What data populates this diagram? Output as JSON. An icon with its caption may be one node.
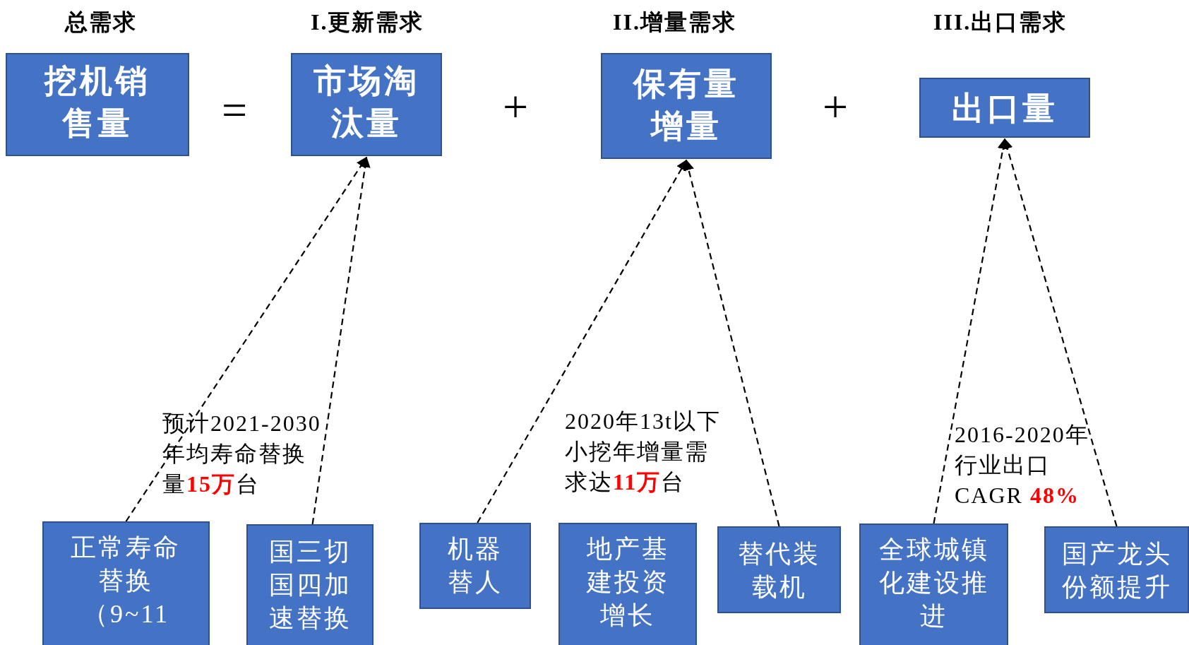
{
  "diagram": {
    "nodes": [
      {
        "text": [
          "挖机销售量"
        ]
      },
      {
        "text": [
          "市场淘汰量"
        ]
      },
      {
        "text": [
          "保有量增量"
        ]
      },
      {
        "text": [
          "出口量"
        ]
      },
      {
        "text": [
          "正常寿命替换（9~11"
        ]
      },
      {
        "text": [
          "国三切国四加速替换"
        ]
      },
      {
        "text": [
          "机器替人"
        ]
      },
      {
        "text": [
          "地产基建投资增长"
        ]
      },
      {
        "text": [
          "替代装载机"
        ]
      },
      {
        "text": [
          "全球城镇化建设推进"
        ]
      },
      {
        "text": [
          "国产龙头份额提升"
        ]
      }
    ],
    "edges": [
      {
        "from": 4,
        "to": 1,
        "arrow": "to",
        "style": "dashed"
      },
      {
        "from": 5,
        "to": 1,
        "arrow": "to",
        "style": "dashed"
      },
      {
        "from": 6,
        "to": 2,
        "arrow": "to",
        "style": "dashed"
      },
      {
        "from": 8,
        "to": 2,
        "arrow": "to",
        "style": "dashed"
      },
      {
        "from": 9,
        "to": 3,
        "arrow": "to",
        "style": "dashed"
      },
      {
        "from": 10,
        "to": 3,
        "arrow": "to",
        "style": "dashed"
      }
    ],
    "labels": [
      "总需求",
      "I.更新需求",
      "II.增量需求",
      "III.出口需求",
      "=",
      "+",
      "+",
      "预计2021-2030年均寿命替换量**15万**台",
      "2020年13t以下小挖年增量需求达**11万**台",
      "2016-2020年行业出口CAGR **48%**"
    ]
  }
}
